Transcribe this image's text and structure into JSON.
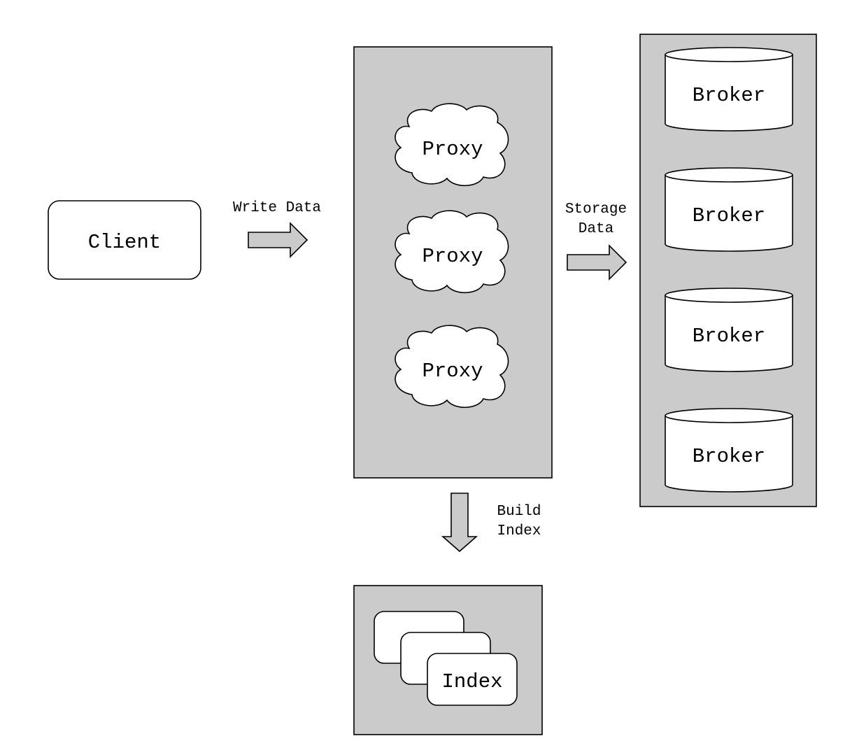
{
  "client": {
    "label": "Client"
  },
  "arrows": {
    "write": {
      "label": "Write Data"
    },
    "storage": {
      "label_line1": "Storage",
      "label_line2": "Data"
    },
    "build": {
      "label_line1": "Build",
      "label_line2": "Index"
    }
  },
  "proxies": [
    {
      "label": "Proxy"
    },
    {
      "label": "Proxy"
    },
    {
      "label": "Proxy"
    }
  ],
  "brokers": [
    {
      "label": "Broker"
    },
    {
      "label": "Broker"
    },
    {
      "label": "Broker"
    },
    {
      "label": "Broker"
    }
  ],
  "index": {
    "label": "Index"
  },
  "colors": {
    "panel_fill": "#cbcbcb",
    "node_fill": "#ffffff",
    "stroke": "#000000"
  }
}
